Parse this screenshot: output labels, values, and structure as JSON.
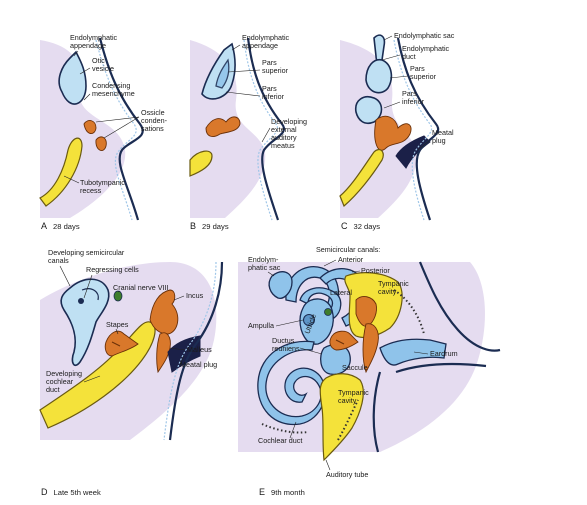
{
  "panels": {
    "a": {
      "letter": "A",
      "age": "28 days",
      "labels": {
        "endo_1": "Endolymphatic",
        "endo_2": "appendage",
        "otic_1": "Otic",
        "otic_2": "vesicle",
        "cond_1": "Condensing",
        "cond_2": "mesenchyme",
        "ossicle_1": "Ossicle",
        "ossicle_2": "conden-",
        "ossicle_3": "sations",
        "tubo_1": "Tubotympanic",
        "tubo_2": "recess"
      }
    },
    "b": {
      "letter": "B",
      "age": "29 days",
      "labels": {
        "endo_1": "Endolymphatic",
        "endo_2": "appendage",
        "sup_1": "Pars",
        "sup_2": "superior",
        "inf_1": "Pars",
        "inf_2": "inferior",
        "ext_1": "Developing",
        "ext_2": "external",
        "ext_3": "auditory",
        "ext_4": "meatus"
      }
    },
    "c": {
      "letter": "C",
      "age": "32 days",
      "labels": {
        "sac": "Endolymphatic sac",
        "duct_1": "Endolymphatic",
        "duct_2": "duct",
        "sup_1": "Pars",
        "sup_2": "superior",
        "inf_1": "Pars",
        "inf_2": "inferior",
        "plug_1": "Meatal",
        "plug_2": "plug"
      }
    },
    "d": {
      "letter": "D",
      "age": "Late 5th week",
      "labels": {
        "semi_1": "Developing semicircular",
        "semi_2": "canals",
        "regress": "Regressing cells",
        "nerve": "Cranial nerve VIII",
        "incus": "Incus",
        "stapes": "Stapes",
        "malleus": "Malleus",
        "plug": "Meatal plug",
        "coch_1": "Developing",
        "coch_2": "cochlear",
        "coch_3": "duct"
      }
    },
    "e": {
      "letter": "E",
      "age": "9th month",
      "labels": {
        "semi": "Semicircular canals:",
        "anterior": "Anterior",
        "posterior": "Posterior",
        "lateral": "Lateral",
        "endosac_1": "Endolym-",
        "endosac_2": "phatic sac",
        "utricle": "Utricle",
        "tymp_1": "Tympanic",
        "tymp_2": "cavity",
        "ampulla": "Ampulla",
        "ductus_1": "Ductus",
        "ductus_2": "reuniens",
        "saccule": "Saccule",
        "eardrum": "Eardrum",
        "tymp2_1": "Tympanic",
        "tymp2_2": "cavity",
        "cochlear": "Cochlear duct",
        "auditory": "Auditory tube"
      }
    }
  },
  "colors": {
    "otic_epithelium": "#bfe0f3",
    "inner_ear": "#8fc3ea",
    "tympanic": "#f4e23a",
    "ossicles": "#d9782b",
    "mesenchyme": "#e5dcf0",
    "ectoderm": "#1b2c52"
  }
}
